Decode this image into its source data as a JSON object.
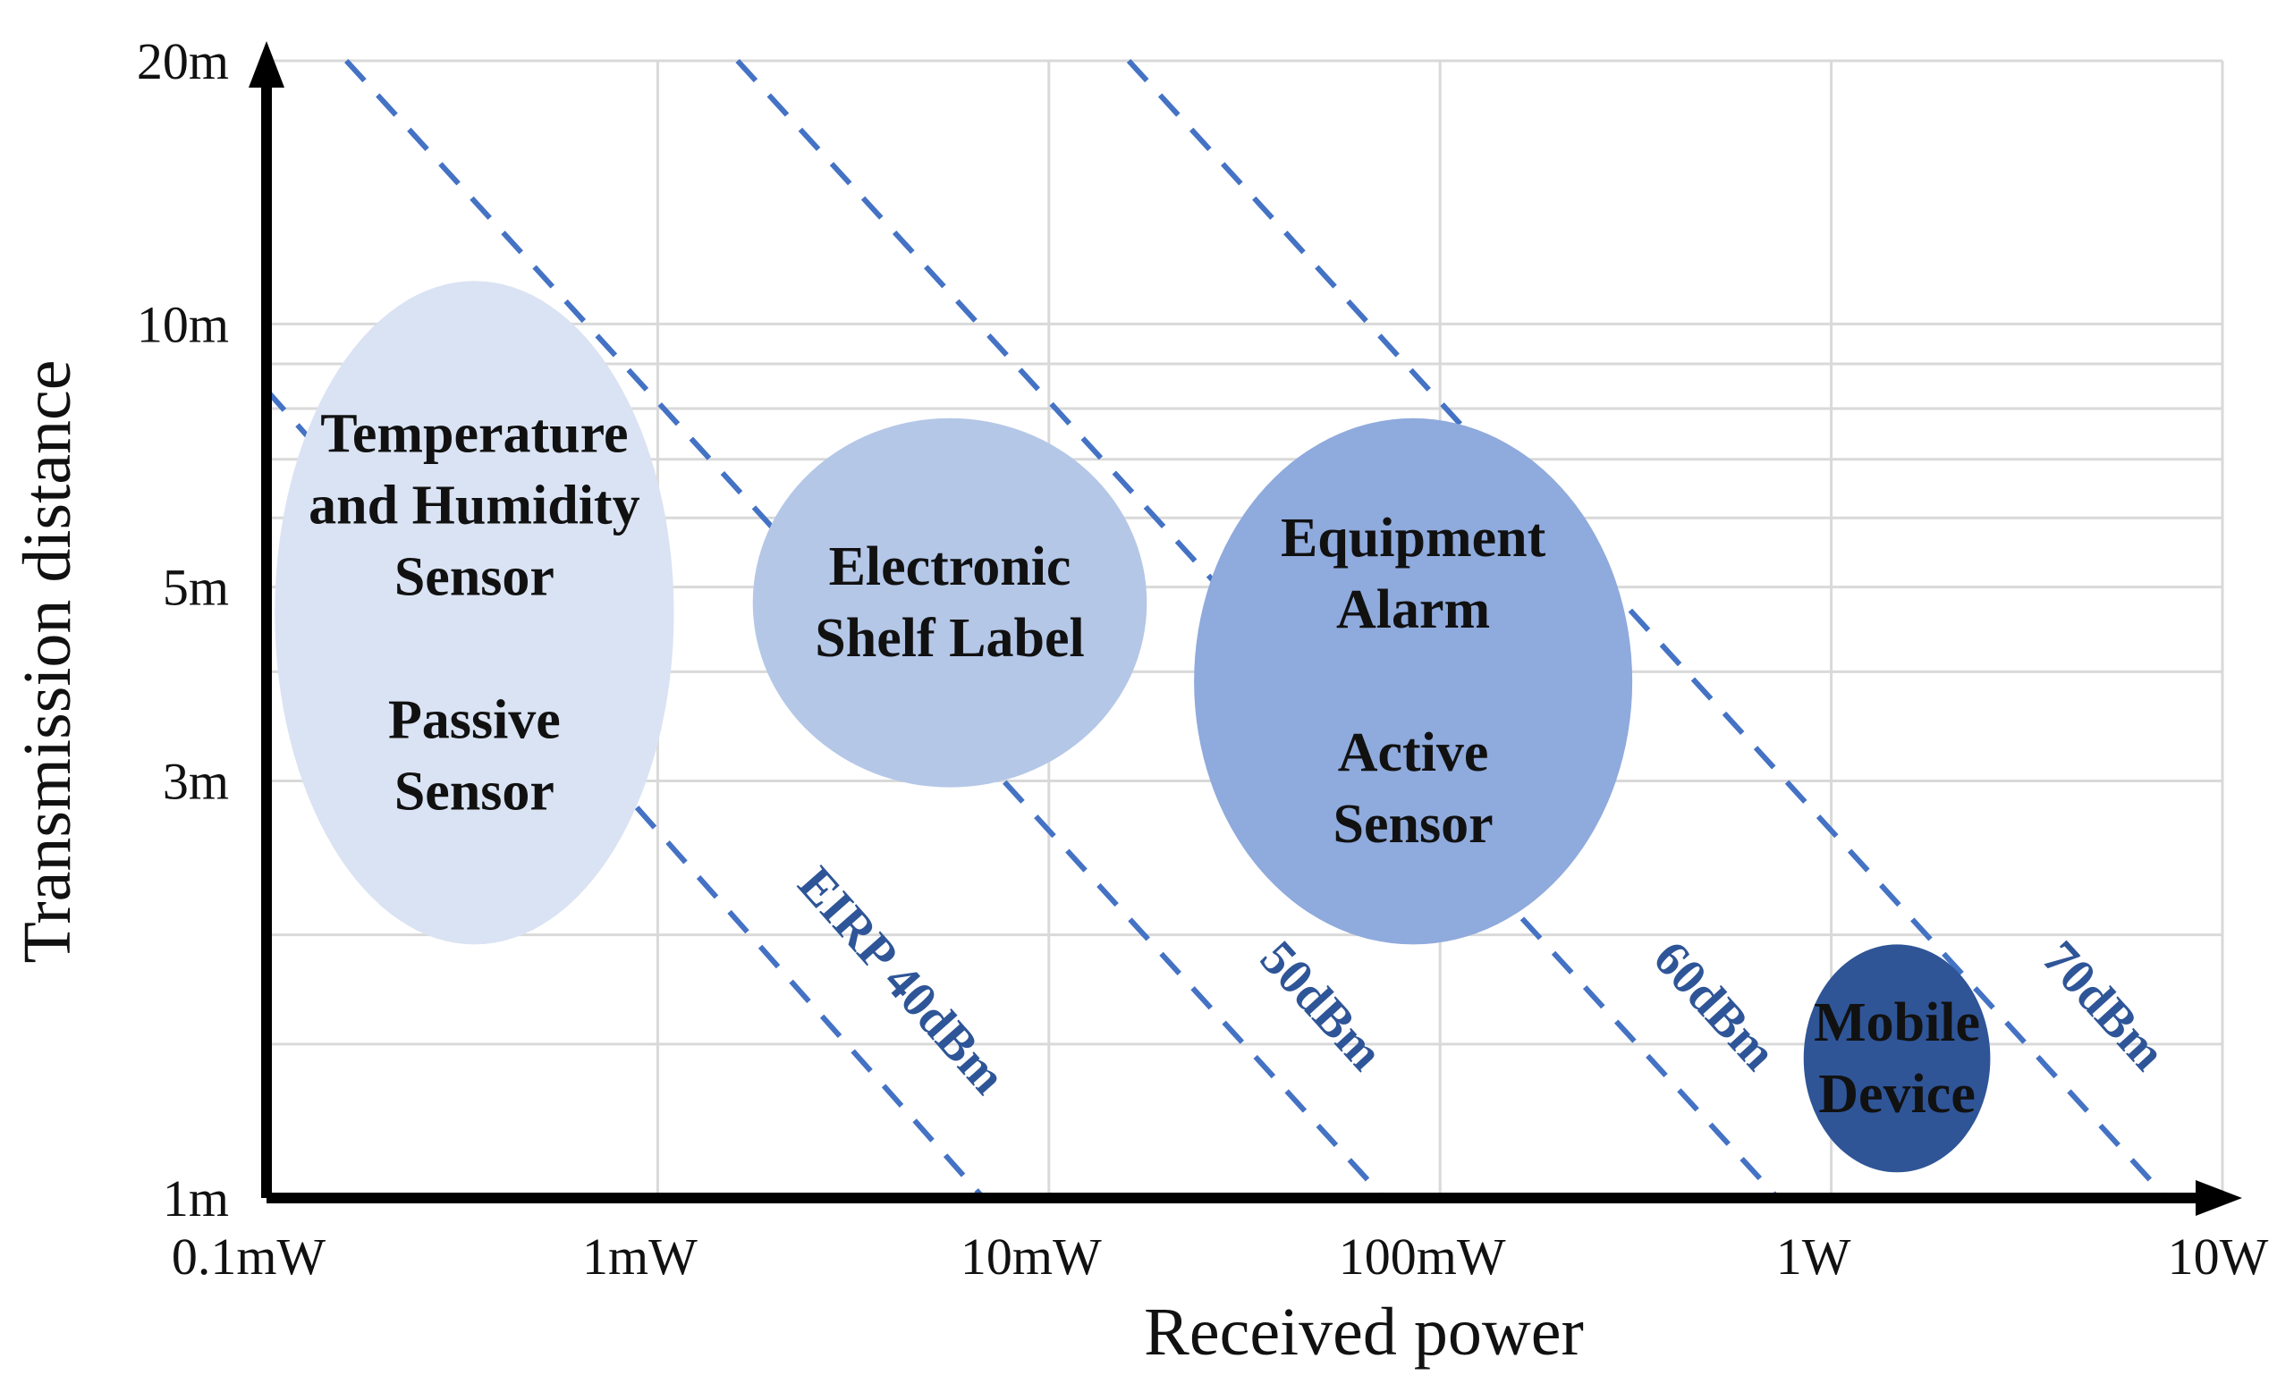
{
  "chart_data": {
    "type": "bubble",
    "x_axis": {
      "label": "Received power",
      "scale": "log",
      "range_W": [
        0.0001,
        10
      ],
      "ticks": [
        {
          "value_W": 0.0001,
          "label": "0.1mW"
        },
        {
          "value_W": 0.001,
          "label": "1mW"
        },
        {
          "value_W": 0.01,
          "label": "10mW"
        },
        {
          "value_W": 0.1,
          "label": "100mW"
        },
        {
          "value_W": 1,
          "label": "1W"
        },
        {
          "value_W": 10,
          "label": "10W"
        }
      ]
    },
    "y_axis": {
      "label": "Transmission distance",
      "scale": "log",
      "range_m": [
        1,
        20
      ],
      "ticks": [
        {
          "value_m": 1,
          "label": "1m"
        },
        {
          "value_m": 3,
          "label": "3m"
        },
        {
          "value_m": 5,
          "label": "5m"
        },
        {
          "value_m": 10,
          "label": "10m"
        },
        {
          "value_m": 20,
          "label": "20m"
        }
      ],
      "gridlines_m": [
        1.5,
        2,
        3,
        4,
        5,
        6,
        7,
        8,
        9,
        10,
        20
      ]
    },
    "grid": true,
    "eirp_lines": [
      {
        "label": "EIRP 40dBm",
        "points": [
          [
            0.0001,
            8.4
          ],
          [
            0.0068,
            1.0
          ]
        ]
      },
      {
        "label": "50dBm",
        "points": [
          [
            0.00016,
            20
          ],
          [
            0.072,
            1.0
          ]
        ]
      },
      {
        "label": "60dBm",
        "points": [
          [
            0.0016,
            20
          ],
          [
            0.73,
            1.0
          ]
        ]
      },
      {
        "label": "70dBm",
        "points": [
          [
            0.016,
            20
          ],
          [
            7.2,
            1.0
          ]
        ]
      }
    ],
    "bubbles": [
      {
        "lines": [
          "Temperature",
          "and Humidity",
          "Sensor",
          "",
          "Passive",
          "Sensor"
        ],
        "x_range_W": [
          0.000105,
          0.0011
        ],
        "y_range_m": [
          1.95,
          11.2
        ],
        "color": "#dae3f3"
      },
      {
        "lines": [
          "Electronic",
          "Shelf Label"
        ],
        "x_range_W": [
          0.00175,
          0.0178
        ],
        "y_range_m": [
          2.95,
          7.8
        ],
        "color": "#b4c7e7"
      },
      {
        "lines": [
          "Equipment",
          "Alarm",
          "",
          "Active",
          "Sensor"
        ],
        "x_range_W": [
          0.0235,
          0.31
        ],
        "y_range_m": [
          1.95,
          7.8
        ],
        "color": "#8faadc"
      },
      {
        "lines": [
          "Mobile",
          "Device"
        ],
        "x_range_W": [
          0.85,
          2.55
        ],
        "y_range_m": [
          1.07,
          1.95
        ],
        "color": "#2f5597"
      }
    ],
    "line_color": "#4472c4",
    "line_label_color": "#2e5597"
  }
}
